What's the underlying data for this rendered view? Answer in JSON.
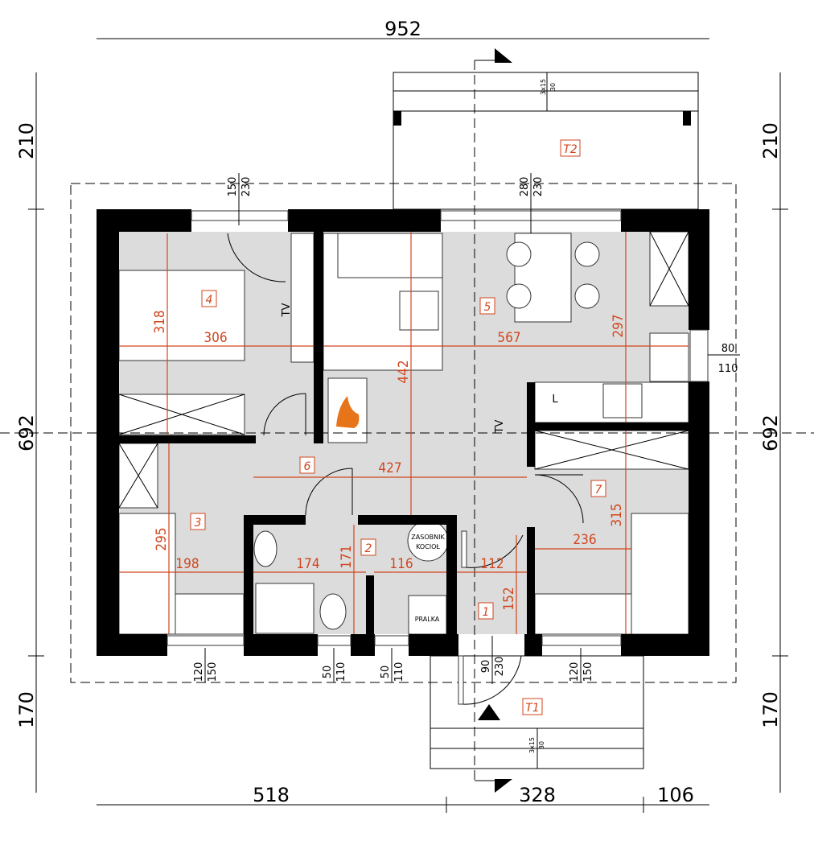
{
  "overall": {
    "width": "952",
    "height_left": "692",
    "height_right": "692",
    "top_left": "210",
    "top_right": "210",
    "bottom_left": "170",
    "bottom_right": "170",
    "bottom_segments": [
      "518",
      "328",
      "106"
    ]
  },
  "rooms": [
    {
      "id": "4",
      "width": "306",
      "depth": "318"
    },
    {
      "id": "5",
      "width": "567",
      "depth": "442",
      "depth2": "297"
    },
    {
      "id": "3",
      "width": "198",
      "depth": "295"
    },
    {
      "id": "6",
      "width": "427"
    },
    {
      "id": "2",
      "width": "174",
      "width2": "116",
      "depth": "171"
    },
    {
      "id": "7",
      "width": "236",
      "depth": "315"
    },
    {
      "id": "1",
      "width": "112",
      "depth": "152"
    },
    {
      "id": "T1"
    },
    {
      "id": "T2"
    }
  ],
  "openings": {
    "top_bedroom4": [
      "150",
      "230"
    ],
    "top_living": [
      "280",
      "230"
    ],
    "right_kitchen": [
      "80",
      "110"
    ],
    "bottom_bedroom3": [
      "120",
      "150"
    ],
    "bottom_bath": [
      "50",
      "110"
    ],
    "bottom_boiler": [
      "50",
      "110"
    ],
    "bottom_entrance": [
      "90",
      "230"
    ],
    "bottom_bedroom7": [
      "120",
      "150"
    ]
  },
  "stairs": {
    "top": [
      "3x15",
      "30"
    ],
    "bottom": [
      "3x15",
      "30"
    ]
  },
  "fixtures": {
    "tv": "TV",
    "boiler": [
      "ZASOBNIK",
      "KOCIOŁ"
    ],
    "washer": "PRALKA",
    "fridge": "L"
  },
  "colors": {
    "dimension": "#d0461d",
    "wall": "#000000",
    "floor": "#dcdcdc"
  }
}
